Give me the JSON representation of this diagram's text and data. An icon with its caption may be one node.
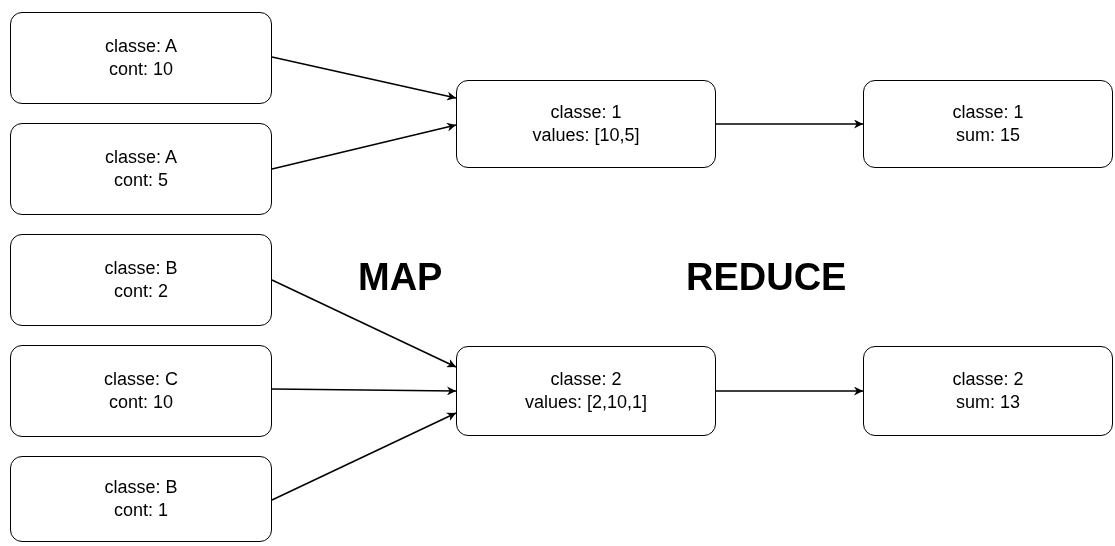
{
  "diagram": {
    "nodes": [
      {
        "text": [
          "classe: A",
          "cont: 10"
        ]
      },
      {
        "text": [
          "classe: A",
          "cont: 5"
        ]
      },
      {
        "text": [
          "classe: B",
          "cont: 2"
        ]
      },
      {
        "text": [
          "classe: C",
          "cont: 10"
        ]
      },
      {
        "text": [
          "classe: B",
          "cont: 1"
        ]
      },
      {
        "text": [
          "classe: 1",
          "values: [10,5]"
        ]
      },
      {
        "text": [
          "classe: 1",
          "sum: 15"
        ]
      },
      {
        "text": [
          "classe: 2",
          "values: [2,10,1]"
        ]
      },
      {
        "text": [
          "classe: 2",
          "sum: 13"
        ]
      }
    ],
    "edges": [
      {
        "from": 0,
        "to": 5,
        "arrow": "to"
      },
      {
        "from": 1,
        "to": 5,
        "arrow": "to"
      },
      {
        "from": 5,
        "to": 6,
        "arrow": "to"
      },
      {
        "from": 2,
        "to": 7,
        "arrow": "to"
      },
      {
        "from": 3,
        "to": 7,
        "arrow": "to"
      },
      {
        "from": 4,
        "to": 7,
        "arrow": "to"
      },
      {
        "from": 7,
        "to": 8,
        "arrow": "to"
      }
    ],
    "labels": [
      "MAP",
      "REDUCE"
    ]
  }
}
